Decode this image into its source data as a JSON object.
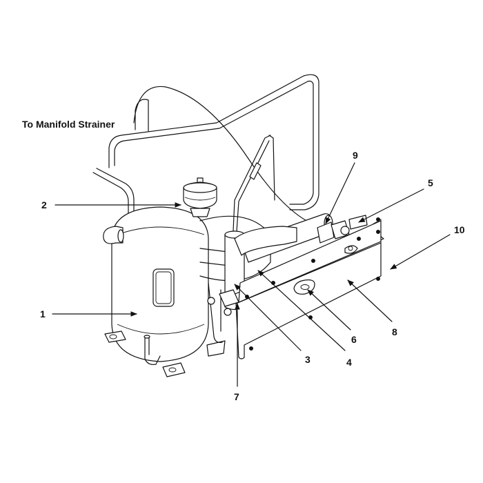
{
  "diagram": {
    "title": "To Manifold Strainer",
    "callouts": [
      "1",
      "2",
      "3",
      "4",
      "5",
      "6",
      "7",
      "8",
      "9",
      "10"
    ]
  }
}
